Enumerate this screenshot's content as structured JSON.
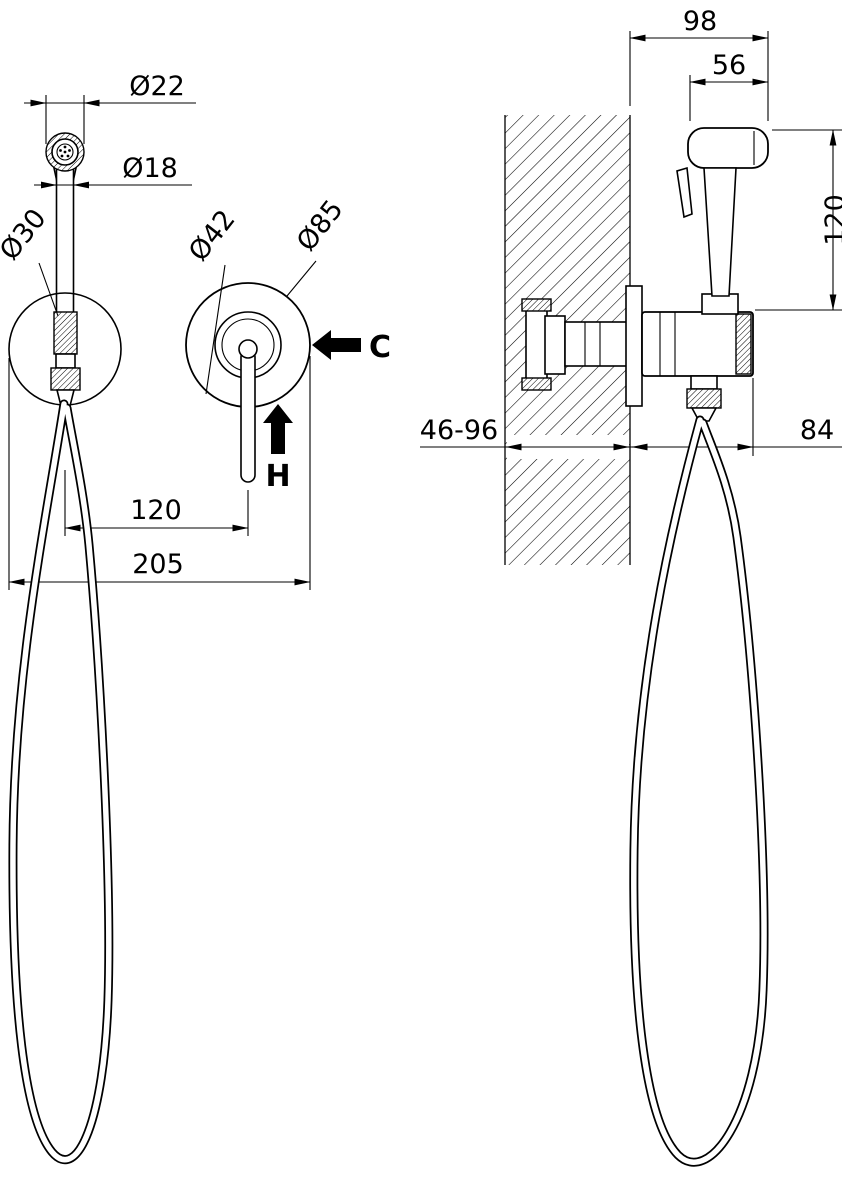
{
  "front_view": {
    "head_diameter": "Ø22",
    "handle_diameter": "Ø18",
    "holder_diameter": "Ø30",
    "trim_diameter": "Ø42",
    "plate_diameter": "Ø85",
    "cold_arrow_label": "C",
    "hot_arrow_label": "H",
    "center_distance": "120",
    "overall_width": "205"
  },
  "side_view": {
    "wall_to_head": "98",
    "head_length": "56",
    "head_height": "120",
    "wall_thickness_range": "46-96",
    "wall_to_outlet": "84"
  },
  "colors": {
    "line": "#000000",
    "background": "#ffffff"
  }
}
